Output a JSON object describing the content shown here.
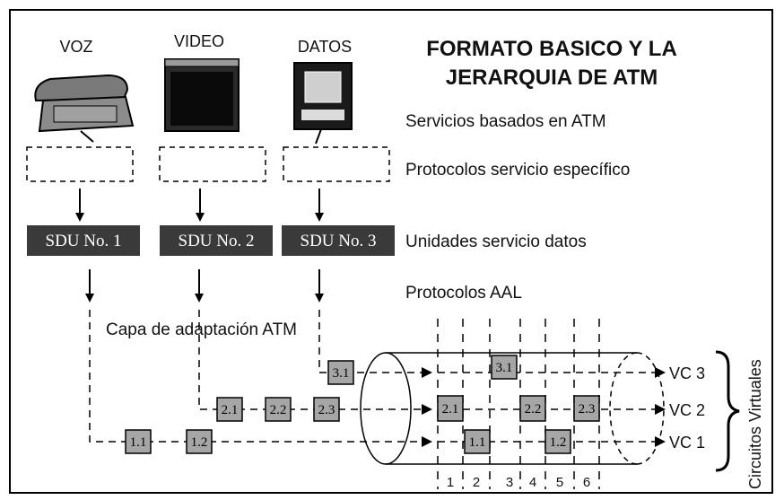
{
  "title": {
    "line1": "FORMATO BASICO Y LA",
    "line2": "JERARQUIA DE ATM"
  },
  "services": [
    {
      "label": "VOZ",
      "icon": "telephone-icon"
    },
    {
      "label": "VIDEO",
      "icon": "television-icon"
    },
    {
      "label": "DATOS",
      "icon": "computer-icon"
    }
  ],
  "layer_labels": {
    "services_atm": "Servicios basados en ATM",
    "protocols_specific": "Protocolos servicio específico",
    "sdu_units": "Unidades servicio datos",
    "aal_protocols": "Protocolos AAL",
    "adaptation_layer": "Capa de adaptación ATM"
  },
  "sdu_boxes": [
    "SDU No. 1",
    "SDU No. 2",
    "SDU No. 3"
  ],
  "cells": {
    "row_vc3": [
      "3.1"
    ],
    "row_vc2": [
      "2.1",
      "2.2",
      "2.3"
    ],
    "row_vc1": [
      "1.1",
      "1.2"
    ],
    "tube_vc3": [
      "3.1"
    ],
    "tube_vc2": [
      "2.1",
      "2.2",
      "2.3"
    ],
    "tube_vc1": [
      "1.1",
      "1.2"
    ]
  },
  "virtual_circuits": [
    "VC 3",
    "VC 2",
    "VC 1"
  ],
  "virtual_circuits_label": "Circuitos Virtuales",
  "slot_numbers": [
    "1",
    "2",
    "3",
    "4",
    "5",
    "6"
  ],
  "colors": {
    "cell_fill": "#a6a6a6",
    "sdu_fill": "#3a3a3a",
    "line": "#000000"
  }
}
